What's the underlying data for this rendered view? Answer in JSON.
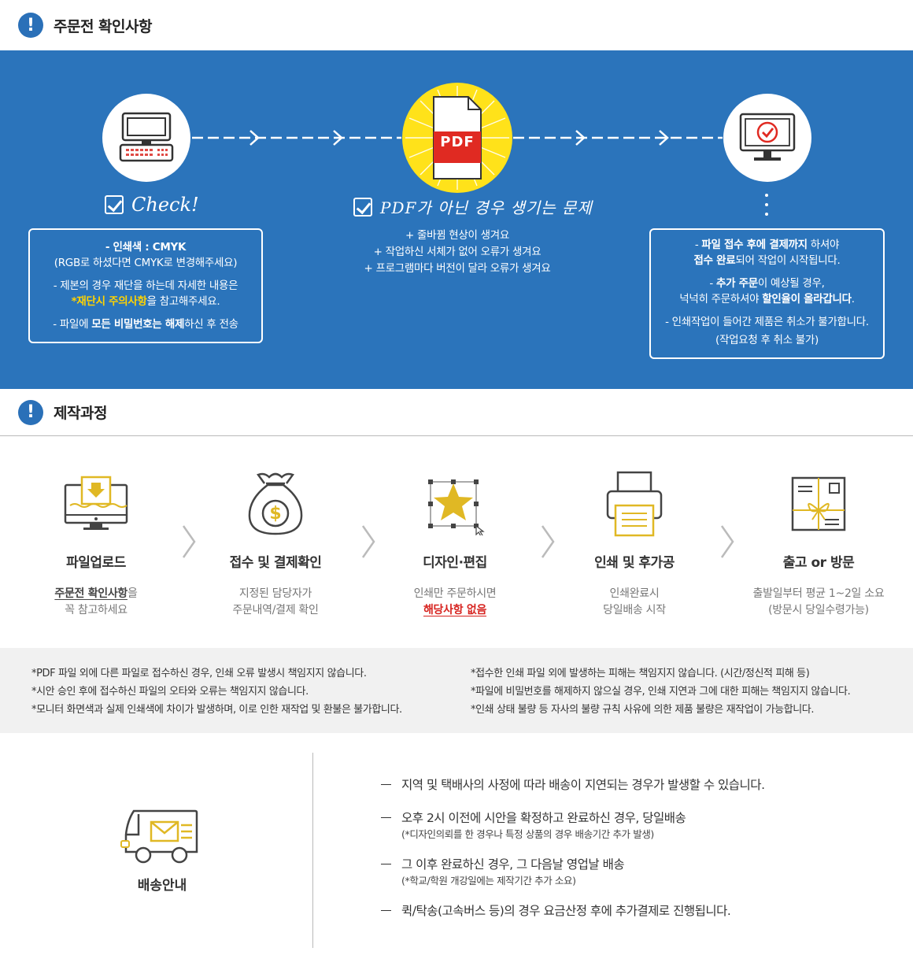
{
  "section1": {
    "icon": "exclamation-icon",
    "title": "주문전 확인사항"
  },
  "section2": {
    "icon": "exclamation-icon",
    "title": "제작과정"
  },
  "flow": {
    "pdf_label": "PDF",
    "left_title": "Check!",
    "middle_title": "PDF가 아닌 경우 생기는 문제",
    "left_box": {
      "line1": "- 인쇄색 : CMYK",
      "line2": "(RGB로 하셨다면 CMYK로 변경해주세요)",
      "line3": "- 제본의 경우 재단을 하는데 자세한 내용은",
      "line4_hl": "*재단시 주의사항",
      "line4_rest": "을 참고해주세요.",
      "line5_a": "- 파일에 ",
      "line5_b": "모든 비밀번호는 해제",
      "line5_c": "하신 후 전송"
    },
    "middle_list": [
      "+ 줄바뀜 현상이 생겨요",
      "+ 작업하신 서체가 없어 오류가 생겨요",
      "+ 프로그램마다 버전이 달라 오류가 생겨요"
    ],
    "right_box": {
      "l1_a": "- ",
      "l1_b": "파일 접수 후에 결제까지",
      "l1_c": " 하셔야",
      "l2_a": "접수 완료",
      "l2_b": "되어 작업이 시작됩니다.",
      "l3_a": "- ",
      "l3_b": "추가 주문",
      "l3_c": "이 예상될 경우,",
      "l4_a": "넉넉히 주문하셔야 ",
      "l4_b": "할인율이 올라갑니다",
      "l4_c": ".",
      "l5": "- 인쇄작업이 들어간 제품은 취소가 불가합니다.",
      "l6": "(작업요청 후 취소 불가)"
    }
  },
  "steps": [
    {
      "icon": "monitor-upload-icon",
      "name": "파일업로드",
      "desc1": "주문전 확인사항",
      "desc1_tail": "을",
      "desc2": "꼭 참고하세요"
    },
    {
      "icon": "money-bag-icon",
      "name": "접수 및 결제확인",
      "desc1": "지정된 담당자가",
      "desc2": "주문내역/결제 확인"
    },
    {
      "icon": "star-edit-icon",
      "name": "디자인·편집",
      "desc1": "인쇄만 주문하시면",
      "desc2": "해당사항 없음"
    },
    {
      "icon": "printer-icon",
      "name": "인쇄 및 후가공",
      "desc1": "인쇄완료시",
      "desc2": "당일배송 시작"
    },
    {
      "icon": "gift-box-icon",
      "name": "출고 or 방문",
      "desc1": "출발일부터 평균 1~2일 소요",
      "desc2": "(방문시 당일수령가능)"
    }
  ],
  "notes_left": [
    "*PDF 파일 외에 다른 파일로 접수하신 경우, 인쇄 오류 발생시 책임지지 않습니다.",
    "*시안 승인 후에 접수하신 파일의 오타와 오류는 책임지지 않습니다.",
    "*모니터 화면색과 실제  인쇄색에 차이가 발생하며, 이로 인한 재작업 및 환불은 불가합니다."
  ],
  "notes_right": [
    "*접수한 인쇄 파일 외에 발생하는 피해는 책임지지 않습니다. (시간/정신적 피해 등)",
    "*파일에 비밀번호를 해제하지 않으실 경우, 인쇄 지연과 그에 대한 피해는 책임지지 않습니다.",
    "*인쇄 상태 불량 등 자사의 불량 규칙 사유에 의한 제품 불량은 재작업이 가능합니다."
  ],
  "delivery": {
    "icon": "delivery-truck-icon",
    "title": "배송안내",
    "items": [
      {
        "main": "지역 및 택배사의 사정에 따라 배송이 지연되는 경우가 발생할 수 있습니다.",
        "sub": ""
      },
      {
        "main": "오후 2시 이전에 시안을 확정하고 완료하신 경우, 당일배송",
        "sub": "(*디자인의뢰를 한 경우나 특정 상품의 경우 배송기간 추가 발생)"
      },
      {
        "main": "그 이후 완료하신 경우, 그 다음날 영업날 배송",
        "sub": "(*학교/학원 개강일에는 제작기간 추가 소요)"
      },
      {
        "main": "퀵/탁송(고속버스 등)의 경우 요금산정 후에 추가결제로 진행됩니다.",
        "sub": ""
      }
    ]
  },
  "colors": {
    "blue": "#2b74bb",
    "yellow": "#ffd300",
    "red": "#d7231f",
    "gold": "#e0b824"
  }
}
